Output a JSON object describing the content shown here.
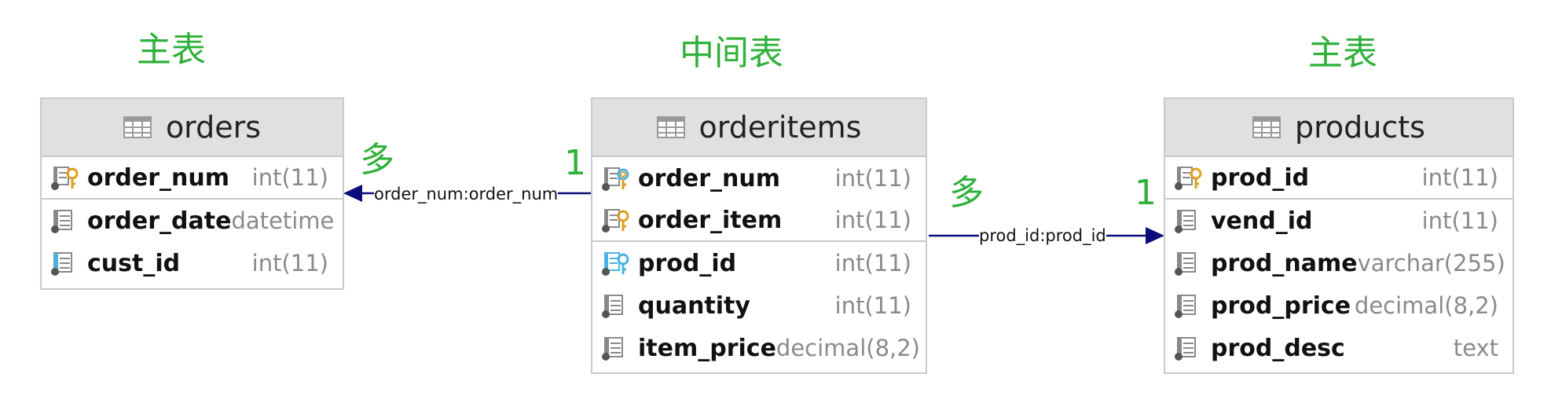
{
  "labels": {
    "left": "主表",
    "middle": "中间表",
    "right": "主表",
    "card_left_left": "多",
    "card_left_right": "1",
    "card_right_left": "多",
    "card_right_right": "1"
  },
  "tables": {
    "orders": {
      "name": "orders",
      "fields": [
        {
          "name": "order_num",
          "type": "int(11)",
          "icon": "primary-key-icon"
        },
        {
          "name": "order_date",
          "type": "datetime",
          "icon": "column-icon"
        },
        {
          "name": "cust_id",
          "type": "int(11)",
          "icon": "foreign-key-column-icon"
        }
      ]
    },
    "orderitems": {
      "name": "orderitems",
      "fields": [
        {
          "name": "order_num",
          "type": "int(11)",
          "icon": "primary-foreign-key-icon"
        },
        {
          "name": "order_item",
          "type": "int(11)",
          "icon": "primary-foreign-key-icon"
        },
        {
          "name": "prod_id",
          "type": "int(11)",
          "icon": "foreign-key-icon"
        },
        {
          "name": "quantity",
          "type": "int(11)",
          "icon": "column-icon"
        },
        {
          "name": "item_price",
          "type": "decimal(8,2)",
          "icon": "column-icon"
        }
      ]
    },
    "products": {
      "name": "products",
      "fields": [
        {
          "name": "prod_id",
          "type": "int(11)",
          "icon": "primary-key-icon"
        },
        {
          "name": "vend_id",
          "type": "int(11)",
          "icon": "column-icon"
        },
        {
          "name": "prod_name",
          "type": "varchar(255)",
          "icon": "column-icon"
        },
        {
          "name": "prod_price",
          "type": "decimal(8,2)",
          "icon": "column-icon"
        },
        {
          "name": "prod_desc",
          "type": "text",
          "icon": "column-icon"
        }
      ]
    }
  },
  "relations": {
    "left": "order_num:order_num",
    "right": "prod_id:prod_id"
  },
  "colors": {
    "green": "#2fb03a",
    "link": "#0b0b7a",
    "key": "#e0a020",
    "fk": "#4ab3e6"
  }
}
